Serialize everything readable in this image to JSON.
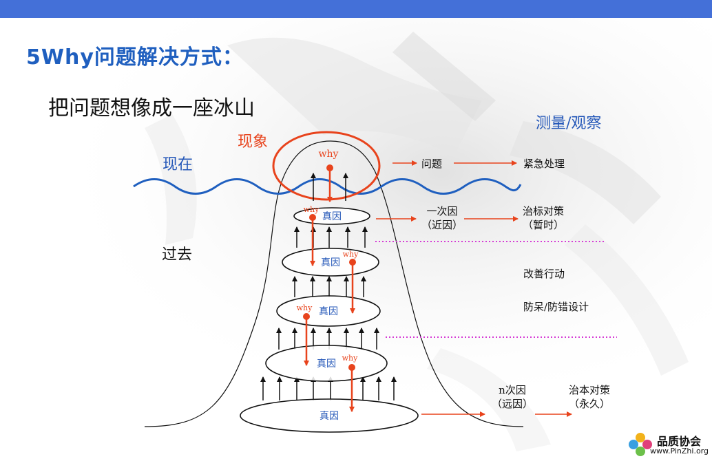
{
  "header": {
    "title": "5Why问题解决方式："
  },
  "subtitle": "把问题想像成一座冰山",
  "labels": {
    "measure": "测量/观察",
    "phenomenon": "现象",
    "now": "现在",
    "past": "过去"
  },
  "iceberg": {
    "top_why": "why",
    "why_label": "why",
    "cause_label": "真因",
    "cause_count": 5
  },
  "rows": {
    "problem": "问题",
    "emergency": "紧急处理",
    "first_cause": [
      "一次因",
      "（近因）"
    ],
    "temp_measure": [
      "治标对策",
      "（暂时）"
    ],
    "improve": "改善行动",
    "mistake_proof": "防呆/防错设计",
    "nth_cause": [
      "n次因",
      "（远因）"
    ],
    "perm_measure": [
      "治本对策",
      "（永久）"
    ]
  },
  "logo": {
    "name": "品质协会",
    "url": "www.PinZhi.org"
  },
  "colors": {
    "accent_blue": "#2457b8",
    "accent_red": "#e8431c",
    "bar_blue": "#4470d8",
    "divider_magenta": "#d63bd6"
  }
}
